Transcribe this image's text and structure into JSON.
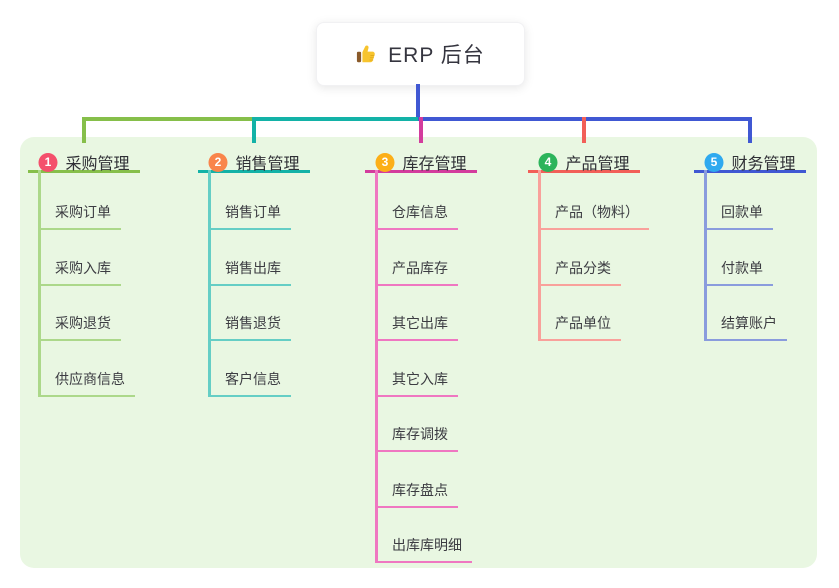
{
  "canvas": {
    "background": "#ffffff",
    "panel_background": "#e9f7e2",
    "root_connector_color": "#4058d3"
  },
  "root": {
    "title": "ERP 后台",
    "icon": "thumbs-up-icon"
  },
  "branches": [
    {
      "number": "1",
      "title": "采购管理",
      "badge_color": "#f4506c",
      "line_color": "#86bf4a",
      "light_line_color": "#acd88a",
      "children": [
        "采购订单",
        "采购入库",
        "采购退货",
        "供应商信息"
      ]
    },
    {
      "number": "2",
      "title": "销售管理",
      "badge_color": "#f9854b",
      "line_color": "#13b2a7",
      "light_line_color": "#65cec5",
      "children": [
        "销售订单",
        "销售出库",
        "销售退货",
        "客户信息"
      ]
    },
    {
      "number": "3",
      "title": "库存管理",
      "badge_color": "#fcaf17",
      "line_color": "#d33c9d",
      "light_line_color": "#ef77c1",
      "children": [
        "仓库信息",
        "产品库存",
        "其它出库",
        "其它入库",
        "库存调拨",
        "库存盘点",
        "出库库明细"
      ]
    },
    {
      "number": "4",
      "title": "产品管理",
      "badge_color": "#2cb45b",
      "line_color": "#f25f58",
      "light_line_color": "#f9a19b",
      "children": [
        "产品（物料）",
        "产品分类",
        "产品单位"
      ]
    },
    {
      "number": "5",
      "title": "财务管理",
      "badge_color": "#2fa9ef",
      "line_color": "#4058d3",
      "light_line_color": "#8a9cdd",
      "children": [
        "回款单",
        "付款单",
        "结算账户"
      ]
    }
  ]
}
